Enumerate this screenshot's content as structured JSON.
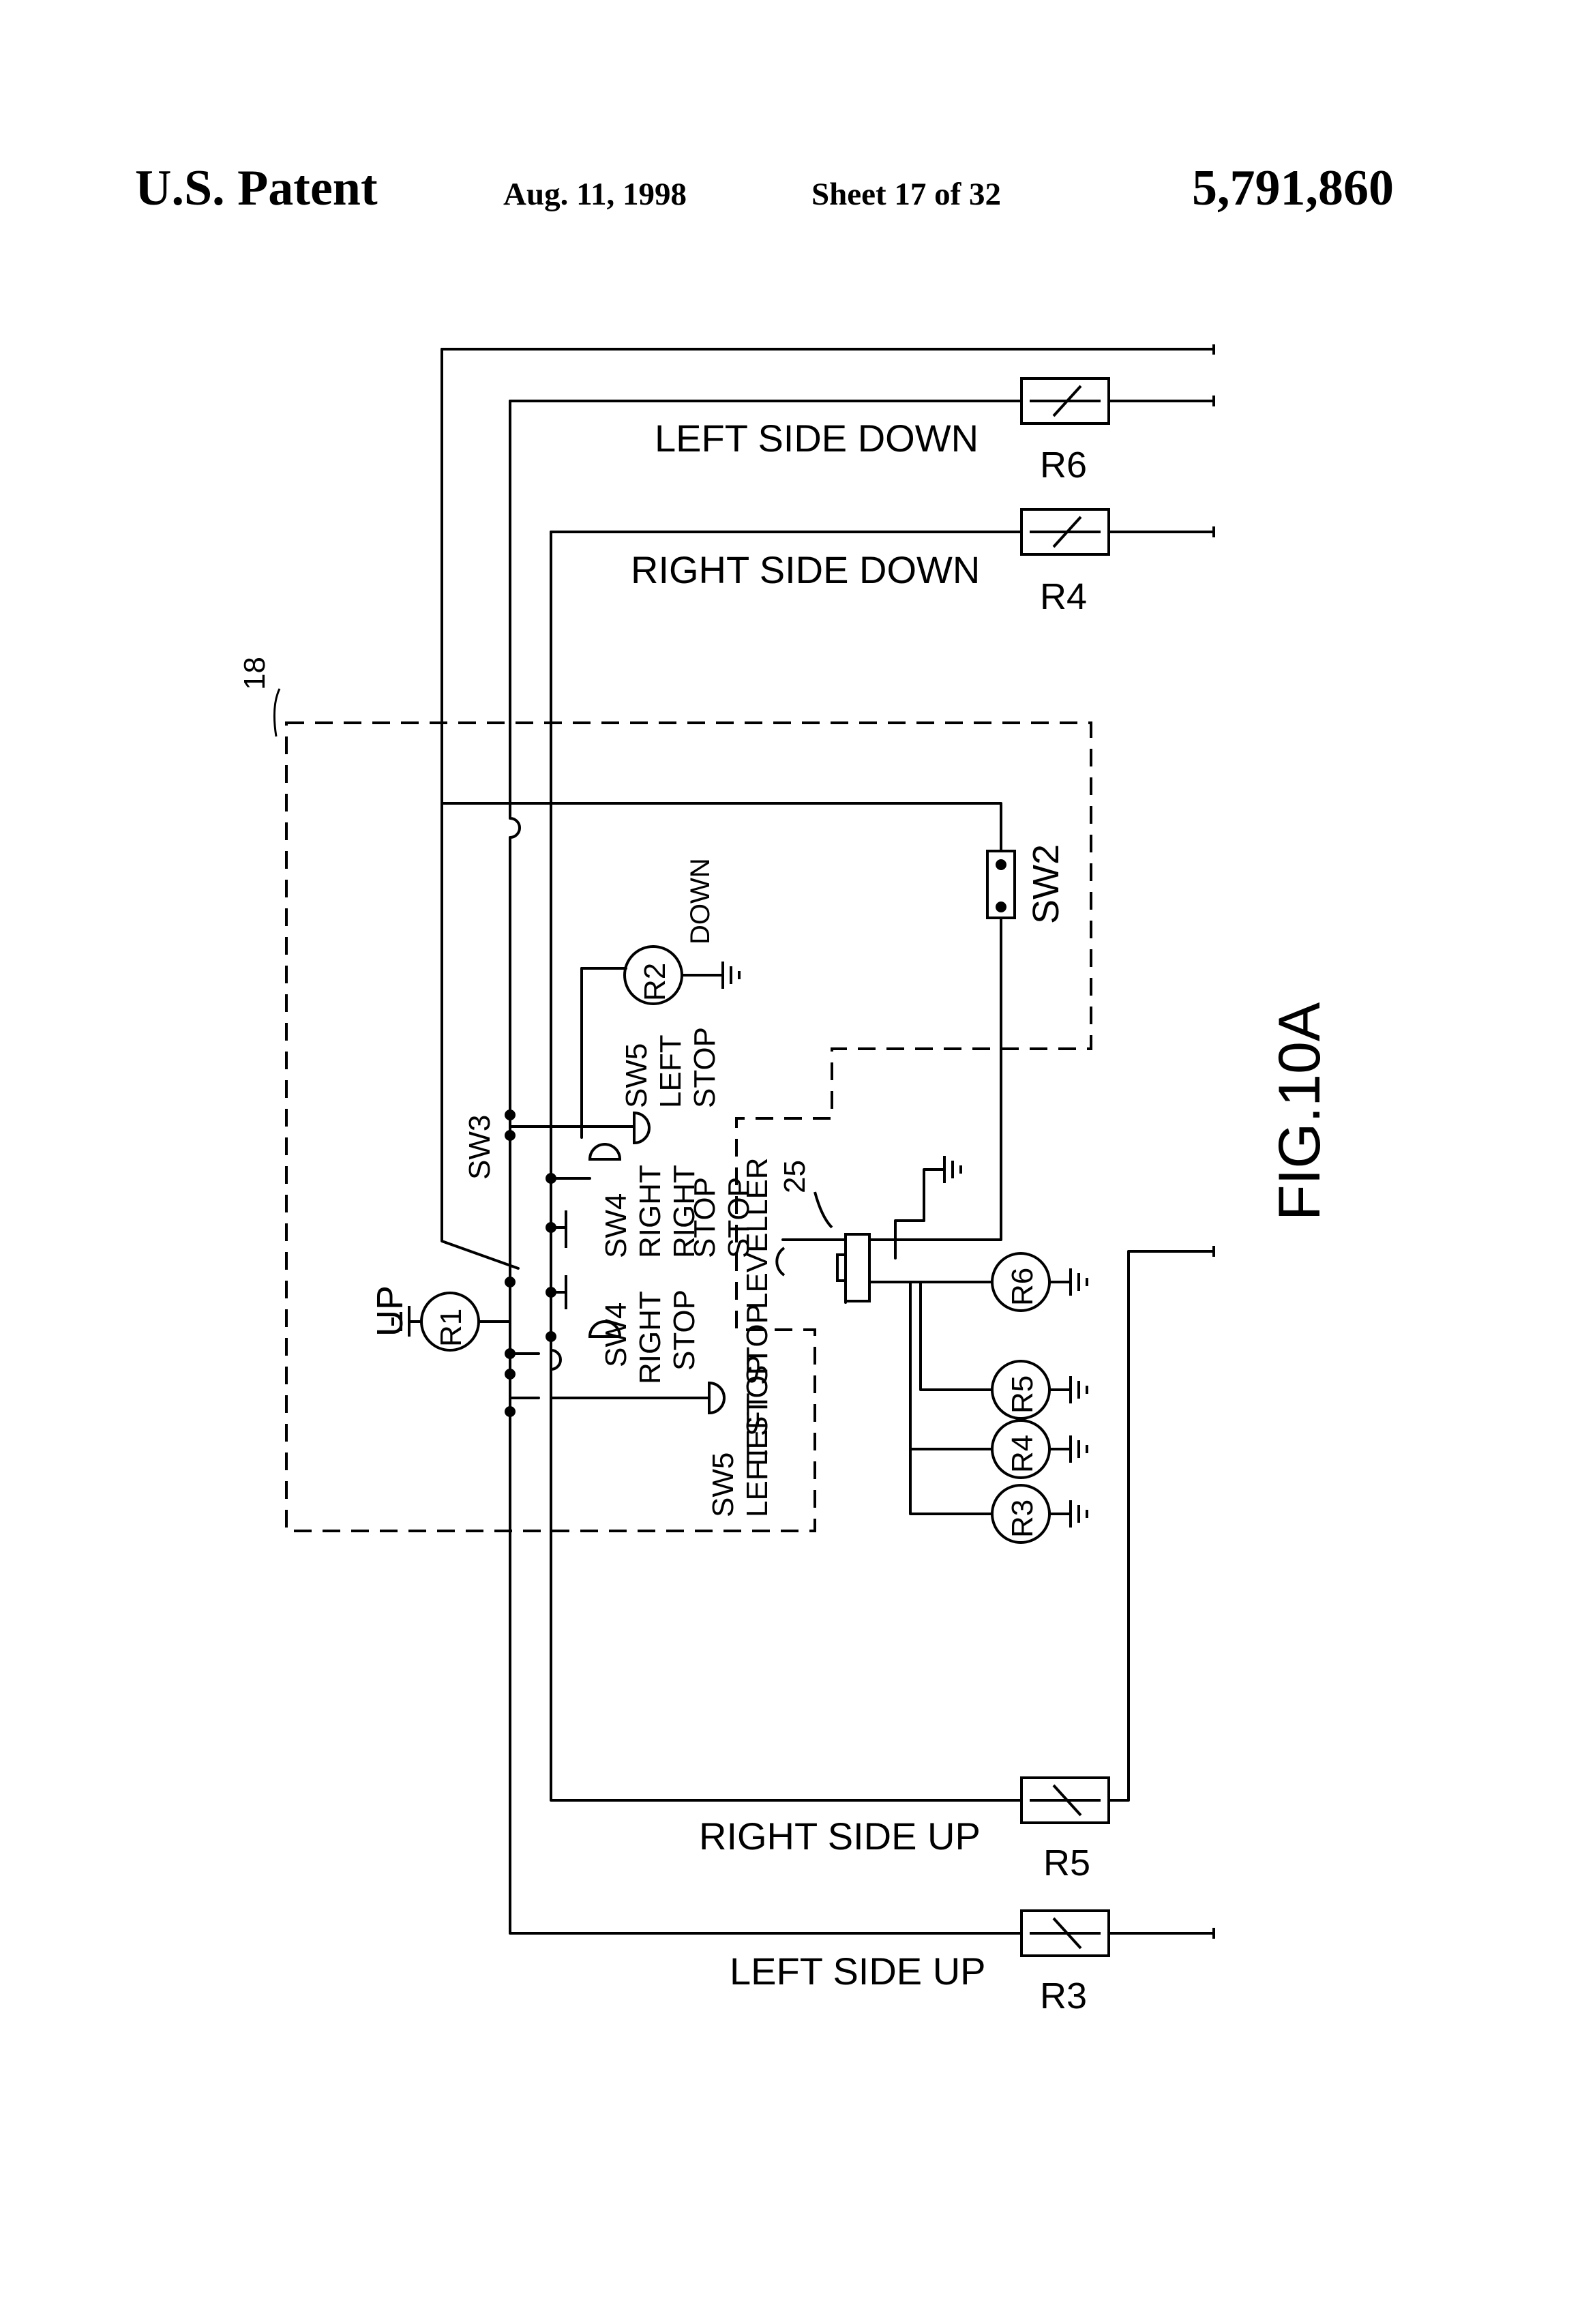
{
  "header": {
    "patent": "U.S. Patent",
    "date": "Aug. 11, 1998",
    "sheet": "Sheet 17 of 32",
    "number": "5,791,860"
  },
  "labels": {
    "left_side_down": "LEFT SIDE DOWN",
    "right_side_down": "RIGHT SIDE DOWN",
    "right_side_up": "RIGHT SIDE UP",
    "left_side_up": "LEFT SIDE UP",
    "r6": "R6",
    "r4": "R4",
    "r5": "R5",
    "r3": "R3",
    "ref_18": "18",
    "sw2": "SW2",
    "r2": "R2",
    "down": "DOWN",
    "sw5_top": "SW5",
    "left_top": "LEFT",
    "stop_top": "STOP",
    "sw3": "SW3",
    "sw4_a": "SW4",
    "right_a": "RIGHT",
    "right_b": "RIGHT",
    "stop_a": "STOP",
    "stop_b": "STOP",
    "leveller": "LEVELLER",
    "ref_25": "25",
    "up": "UP",
    "r1": "R1",
    "sw4_b": "SW4",
    "right_c": "RIGHT",
    "stop_c": "STOP",
    "left_stop": "LEFT STOP",
    "sw5_bottom": "SW5",
    "left_stop_bottom": "LEFT STOP",
    "r6_coil": "R6",
    "r5_coil": "R5",
    "r4_coil": "R4",
    "r3_coil": "R3",
    "figure": "FIG.10A"
  }
}
